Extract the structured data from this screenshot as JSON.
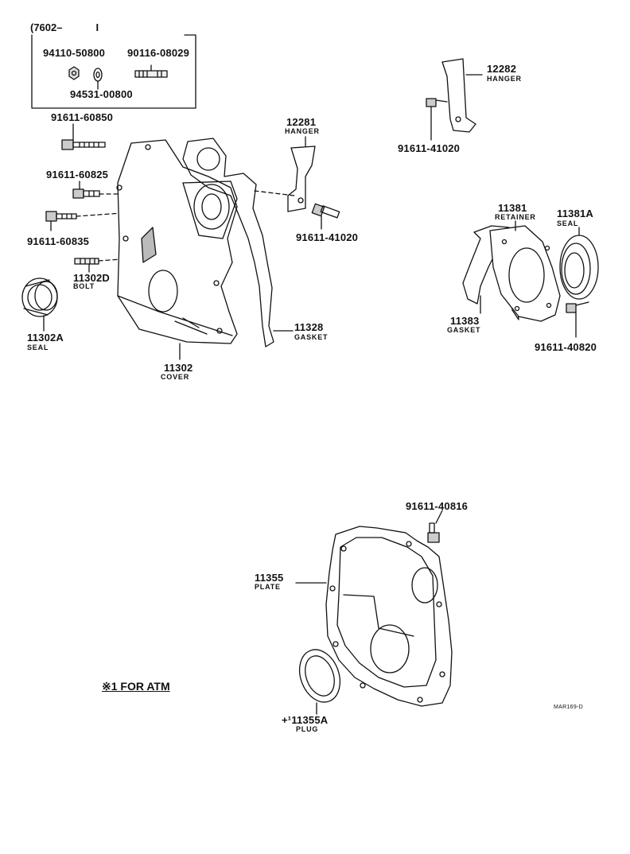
{
  "serial_range": "(7602–",
  "serial_end": "I",
  "kit": {
    "nut_number": "94110-50800",
    "stud_number": "90116-08029",
    "washer_number": "94531-00800"
  },
  "parts": {
    "bolt_60850": "91611-60850",
    "bolt_60825": "91611-60825",
    "bolt_60835": "91611-60835",
    "bolt_11302d": "11302D",
    "bolt_11302d_name": "BOLT",
    "seal_11302a": "11302A",
    "seal_11302a_name": "SEAL",
    "cover_number": "11302",
    "cover_name": "COVER",
    "hanger_12281": "12281",
    "hanger_12281_name": "HANGER",
    "bolt_41020_lower": "91611-41020",
    "gasket_11328": "11328",
    "gasket_11328_name": "GASKET",
    "hanger_12282": "12282",
    "hanger_12282_name": "HANGER",
    "bolt_41020_upper": "91611-41020",
    "retainer_11381": "11381",
    "retainer_11381_name": "RETAINER",
    "seal_11381a": "11381A",
    "seal_11381a_name": "SEAL",
    "gasket_11383": "11383",
    "gasket_11383_name": "GASKET",
    "bolt_40820": "91611-40820",
    "bolt_40816": "91611-40816",
    "plate_11355": "11355",
    "plate_11355_name": "PLATE",
    "plug_11355a": "+¹11355A",
    "plug_11355a_name": "PLUG"
  },
  "note_text": "※1 FOR ATM",
  "figure_code": "MAR169-D",
  "colors": {
    "ink": "#111111",
    "paper": "#ffffff"
  }
}
